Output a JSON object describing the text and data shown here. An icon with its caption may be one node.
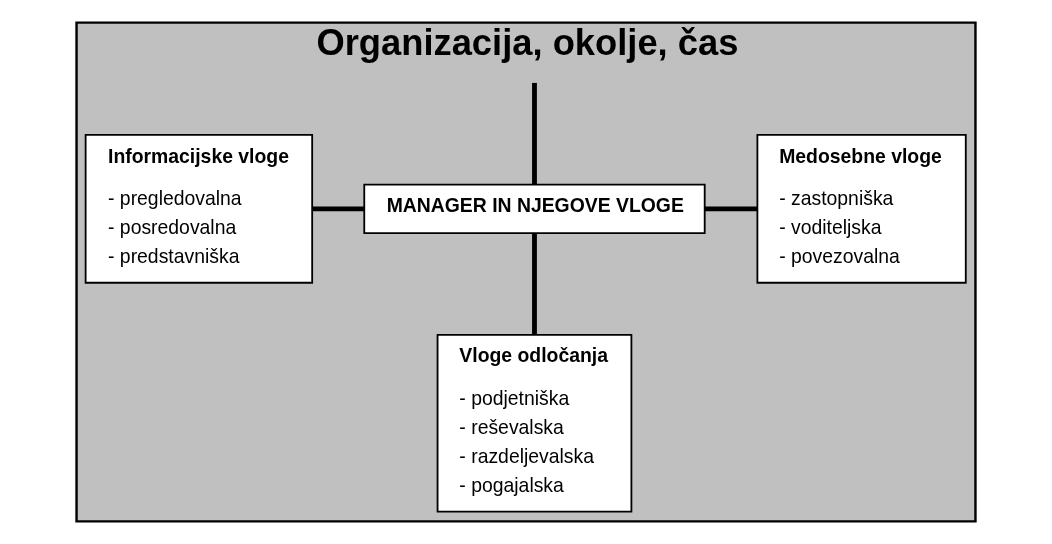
{
  "diagram": {
    "nodes": [
      {
        "text": [
          "Organizacija, okolje, čas"
        ]
      },
      {
        "text": [
          "Informacijske vloge",
          "- pregledovalna",
          "- posredovalna",
          "- predstavniška"
        ],
        "in": 0
      },
      {
        "text": [
          "MANAGER IN NJEGOVE VLOGE"
        ],
        "in": 0
      },
      {
        "text": [
          "Medosebne vloge",
          "- zastopniška",
          "- voditeljska",
          "- povezovalna"
        ],
        "in": 0
      },
      {
        "text": [
          "Vloge odločanja",
          "- podjetniška",
          "- reševalska",
          "- razdeljevalska",
          "- pogajalska"
        ],
        "in": 0
      }
    ],
    "edges": [
      {
        "from": 0,
        "to": 2,
        "arrow": "none"
      },
      {
        "from": 1,
        "to": 2,
        "arrow": "none"
      },
      {
        "from": 2,
        "to": 3,
        "arrow": "none"
      },
      {
        "from": 2,
        "to": 4,
        "arrow": "none"
      }
    ]
  }
}
